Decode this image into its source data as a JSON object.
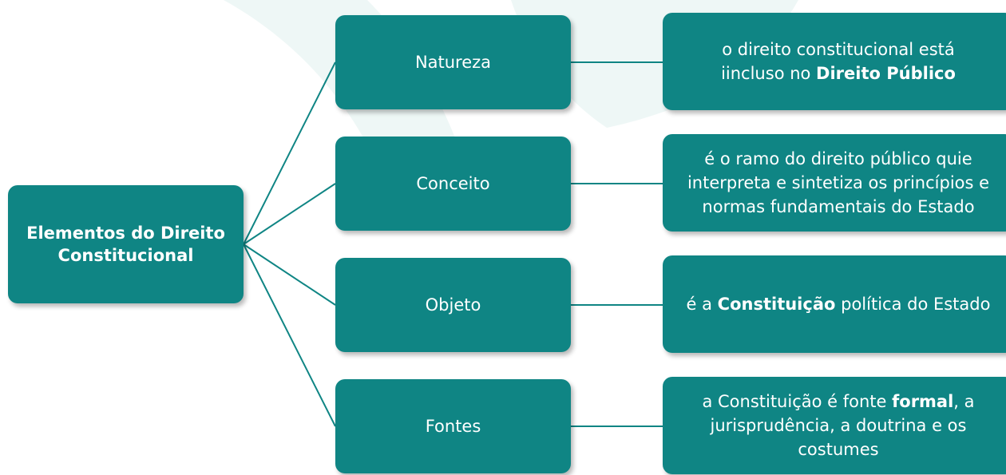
{
  "colors": {
    "box_fill": "#0f8584",
    "line_color": "#0f8584",
    "text": "#ffffff",
    "watermark": "#eef7f6"
  },
  "root": {
    "line1": "Elementos do Direito",
    "line2": "Constitucional"
  },
  "rows": [
    {
      "category": "Natureza",
      "desc_line1": "o direito constitucional está",
      "desc_line2_pre": "iincluso no ",
      "desc_line2_bold": "Direito Público"
    },
    {
      "category": "Conceito",
      "desc_line1": "é o ramo do direito público quie",
      "desc_line2": "interpreta e sintetiza os princípios e",
      "desc_line3": "normas fundamentais do Estado"
    },
    {
      "category": "Objeto",
      "desc_pre": "é a ",
      "desc_bold": "Constituição",
      "desc_post": " política do Estado"
    },
    {
      "category": "Fontes",
      "desc_line1_pre": "a Constituição é fonte ",
      "desc_line1_bold": "formal",
      "desc_line1_post": ", a",
      "desc_line2": "jurisprudência, a doutrina e os",
      "desc_line3": "costumes"
    }
  ]
}
